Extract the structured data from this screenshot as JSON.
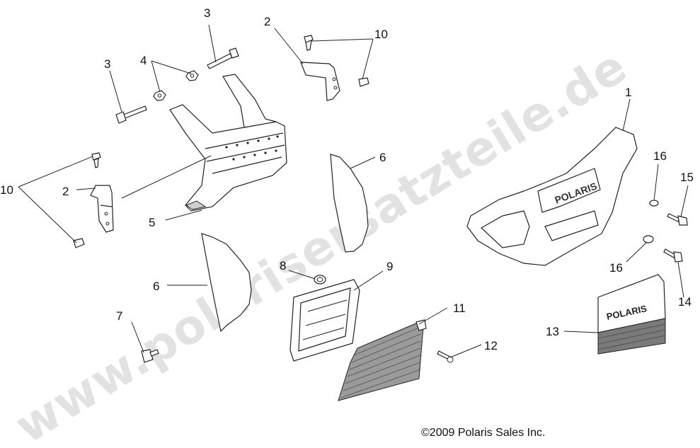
{
  "watermark": "www.polarisersatzteile.de",
  "copyright": "©2009 Polaris Sales Inc.",
  "brand_mark": "POLARIS",
  "callouts": {
    "c1": "1",
    "c2a": "2",
    "c2b": "2",
    "c3a": "3",
    "c3b": "3",
    "c4": "4",
    "c5": "5",
    "c6a": "6",
    "c6b": "6",
    "c7": "7",
    "c8": "8",
    "c9": "9",
    "c10a": "10",
    "c10b": "10",
    "c11": "11",
    "c12": "12",
    "c13": "13",
    "c14": "14",
    "c15": "15",
    "c16a": "16",
    "c16b": "16"
  }
}
